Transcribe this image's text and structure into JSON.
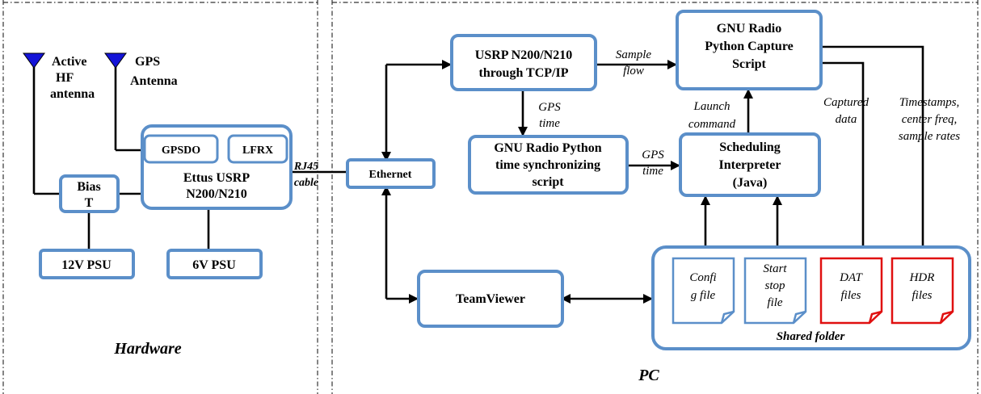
{
  "regions": {
    "hardware": "Hardware",
    "pc": "PC"
  },
  "hardware": {
    "active_antenna": [
      "Active",
      "HF",
      "antenna"
    ],
    "gps_antenna": [
      "GPS",
      "Antenna"
    ],
    "gpsdo": "GPSDO",
    "lfrx": "LFRX",
    "usrp": [
      "Ettus USRP",
      "N200/N210"
    ],
    "bias_t": [
      "Bias",
      "T"
    ],
    "psu_12v": "12V PSU",
    "psu_6v": "6V PSU",
    "rj45": [
      "RJ45",
      "cable"
    ]
  },
  "pc": {
    "ethernet": "Ethernet",
    "usrp_tcp": [
      "USRP N200/N210",
      "through TCP/IP"
    ],
    "gnu_capture": [
      "GNU Radio",
      "Python Capture",
      "Script"
    ],
    "gnu_sync": [
      "GNU Radio Python",
      "time synchronizing",
      "script"
    ],
    "scheduler": [
      "Scheduling",
      "Interpreter",
      "(Java)"
    ],
    "teamviewer": "TeamViewer",
    "shared_folder": "Shared folder"
  },
  "edge_labels": {
    "sample_flow": [
      "Sample",
      "flow"
    ],
    "gps_time_1": [
      "GPS",
      "time"
    ],
    "gps_time_2": [
      "GPS",
      "time"
    ],
    "launch": [
      "Launch",
      "command"
    ],
    "captured": [
      "Captured",
      "data"
    ],
    "timestamps": [
      "Timestamps,",
      "center freq,",
      "sample rates"
    ]
  },
  "files": {
    "config": [
      "Confi",
      "g file"
    ],
    "startstop": [
      "Start",
      "stop",
      "file"
    ],
    "dat": [
      "DAT",
      "files"
    ],
    "hdr": [
      "HDR",
      "files"
    ]
  },
  "colors": {
    "box_border": "#5b8fc9",
    "antenna_fill": "#1414d8",
    "output_file_border": "#e01010"
  }
}
